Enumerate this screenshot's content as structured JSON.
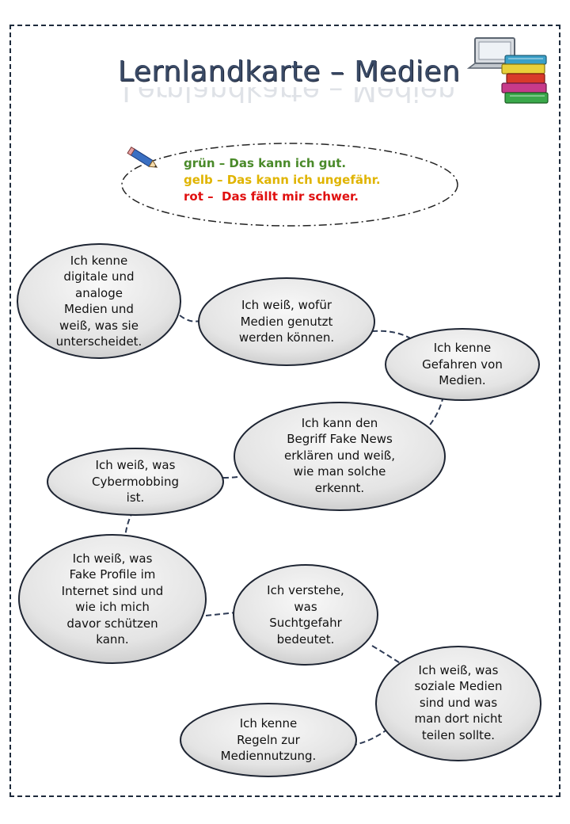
{
  "title": "Lernlandkarte – Medien",
  "legend": [
    {
      "text": "grün – Das kann ich gut.",
      "color": "#4a8a2a"
    },
    {
      "text": "gelb – Das kann ich ungefähr.",
      "color": "#e0b400"
    },
    {
      "text": "rot –  Das fällt mir schwer.",
      "color": "#e01010"
    }
  ],
  "icons": {
    "legend": "pencil-icon",
    "header": "laptop-books-icon"
  },
  "bubbles": [
    {
      "id": "digital-analog",
      "text": "Ich kenne\ndigitale und\nanaloge\nMedien und\nweiß, was sie\nunterscheidet."
    },
    {
      "id": "medien-nutzung-zweck",
      "text": "Ich weiß, wofür\nMedien genutzt\nwerden können."
    },
    {
      "id": "gefahren",
      "text": "Ich kenne\nGefahren von\nMedien."
    },
    {
      "id": "fake-news",
      "text": "Ich kann den\nBegriff Fake News\nerklären und weiß,\nwie man solche\nerkennt."
    },
    {
      "id": "cybermobbing",
      "text": "Ich weiß, was\nCybermobbing\nist."
    },
    {
      "id": "fake-profile",
      "text": "Ich weiß, was\nFake Profile im\nInternet sind und\nwie ich mich\ndavor schützen\nkann."
    },
    {
      "id": "suchtgefahr",
      "text": "Ich verstehe,\nwas\nSuchtgefahr\nbedeutet."
    },
    {
      "id": "soziale-medien",
      "text": "Ich weiß, was\nsoziale Medien\nsind und was\nman dort nicht\nteilen sollte."
    },
    {
      "id": "regeln",
      "text": "Ich kenne\nRegeln zur\nMediennutzung."
    }
  ]
}
